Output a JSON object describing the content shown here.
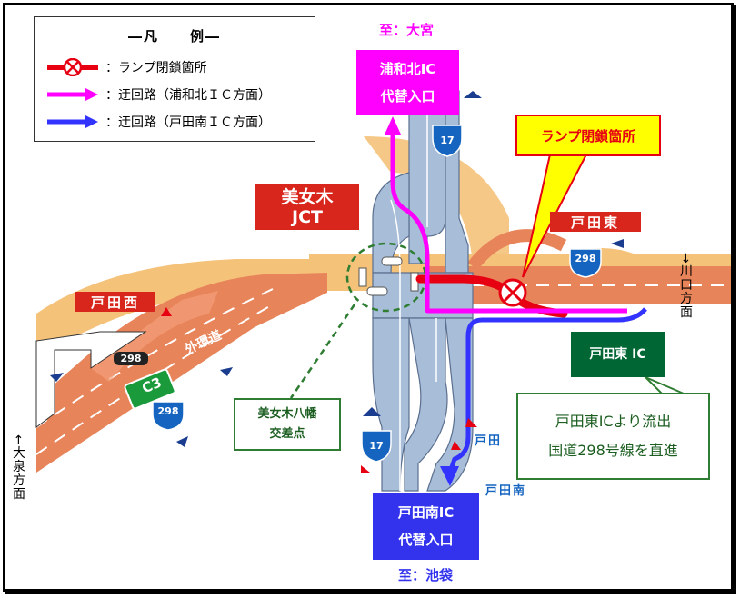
{
  "legend": {
    "title": "―凡　　例―",
    "items": [
      {
        "label": "：ランプ閉鎖箇所"
      },
      {
        "label": "：迂回路（浦和北ＩＣ方面）"
      },
      {
        "label": "：迂回路（戸田南ＩＣ方面）"
      }
    ]
  },
  "destinations": {
    "north": "至：大宮",
    "south": "至：池袋",
    "east": "→川口方面",
    "west": "←大泉方面"
  },
  "ramps": {
    "urawa_kita_line1": "浦和北IC",
    "urawa_kita_line2": "代替入口",
    "toda_minami_line1": "戸田南IC",
    "toda_minami_line2": "代替入口",
    "toda_higashi": "戸田東 IC"
  },
  "callouts": {
    "closure": "ランプ閉鎖箇所",
    "bijogi_hachiman_line1": "美女木八幡",
    "bijogi_hachiman_line2": "交差点",
    "exit_line1": "戸田東ICより流出",
    "exit_line2": "国道298号線を直進"
  },
  "map_labels": {
    "jct_line1": "美女木",
    "jct_line2": "JCT",
    "toda_nishi": "戸田西",
    "toda_higashi_sign": "戸田東",
    "toda_south_1": "戸田",
    "toda_south_2": "戸田南",
    "gaikando": "外環道",
    "c3": "C3",
    "route_17": "17",
    "route_298": "298"
  },
  "colors": {
    "closure_red": "#e60012",
    "detour_magenta": "#ff00ff",
    "detour_blue": "#3333ff",
    "ramp_box_magenta": "#ff00ff",
    "ramp_box_blue": "#3333ee",
    "ic_box_green": "#006633",
    "callout_yellow": "#ffff00",
    "highway_orange": "#e8845a",
    "local_road": "#f5c27a",
    "route_shield_blue": "#1565c0",
    "c3_green": "#1a9a3a"
  }
}
